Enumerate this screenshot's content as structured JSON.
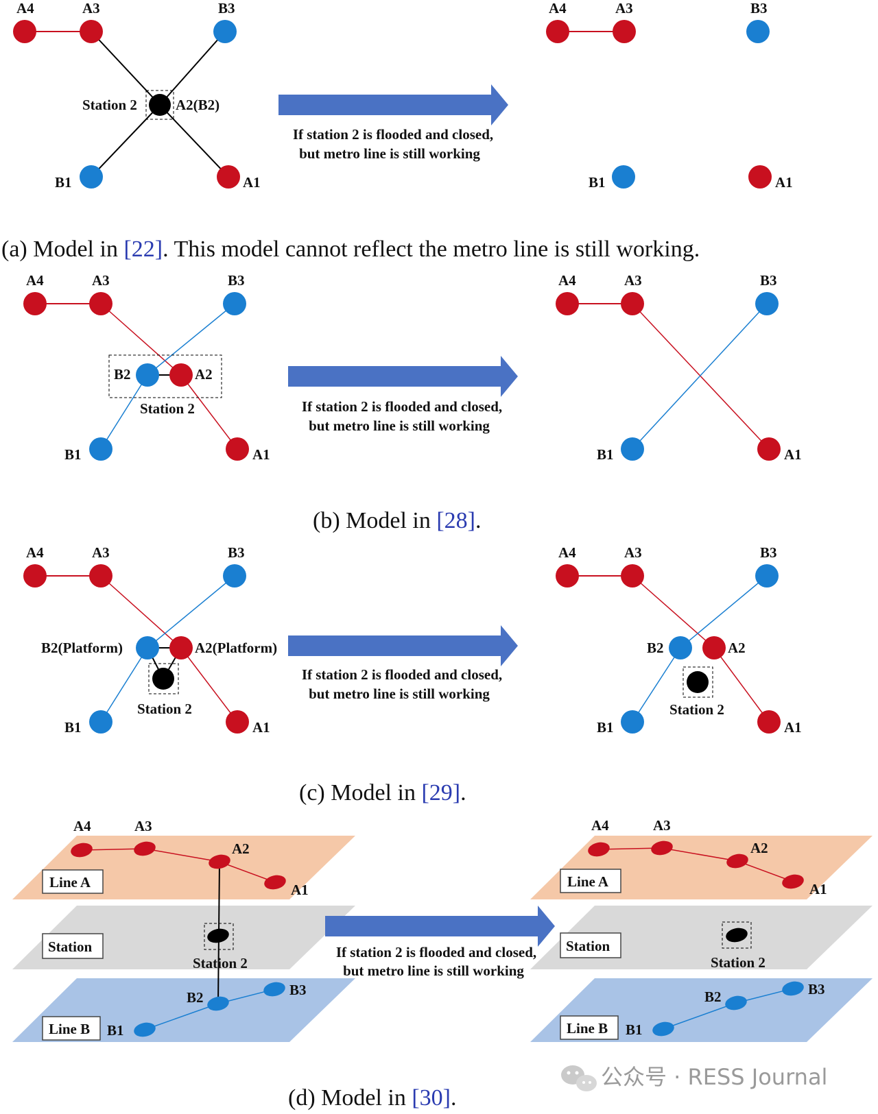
{
  "nodes": {
    "A1": "A1",
    "A2": "A2",
    "A3": "A3",
    "A4": "A4",
    "B1": "B1",
    "B2": "B2",
    "B3": "B3",
    "A2_B2": "A2(B2)",
    "A2_platform": "A2(Platform)",
    "B2_platform": "B2(Platform)"
  },
  "station_label": "Station 2",
  "arrow_text": {
    "line1": "If station 2 is flooded and closed,",
    "line2": "but metro line is still working"
  },
  "planes": {
    "line_a": "Line A",
    "station": "Station",
    "line_b": "Line B"
  },
  "captions": {
    "a": {
      "prefix": "(a) Model in ",
      "cite": "[22]",
      "suffix": ". This model cannot reflect the metro line is still working."
    },
    "b": {
      "prefix": "(b) Model in ",
      "cite": "[28]",
      "suffix": "."
    },
    "c": {
      "prefix": "(c) Model in ",
      "cite": "[29]",
      "suffix": "."
    },
    "d": {
      "prefix": "(d) Model in ",
      "cite": "[30]",
      "suffix": "."
    }
  },
  "watermark": {
    "text": "公众号 · RESS Journal",
    "icon": "wechat-icon"
  },
  "colors": {
    "line_a_red": "#c8101f",
    "line_b_blue": "#1a7fd1",
    "arrow_blue": "#4a72c4",
    "plane_orange": "#f5c8a8",
    "plane_gray": "#d9d9d9",
    "plane_blue": "#a9c3e6",
    "cite_blue": "#2a3bb0"
  }
}
